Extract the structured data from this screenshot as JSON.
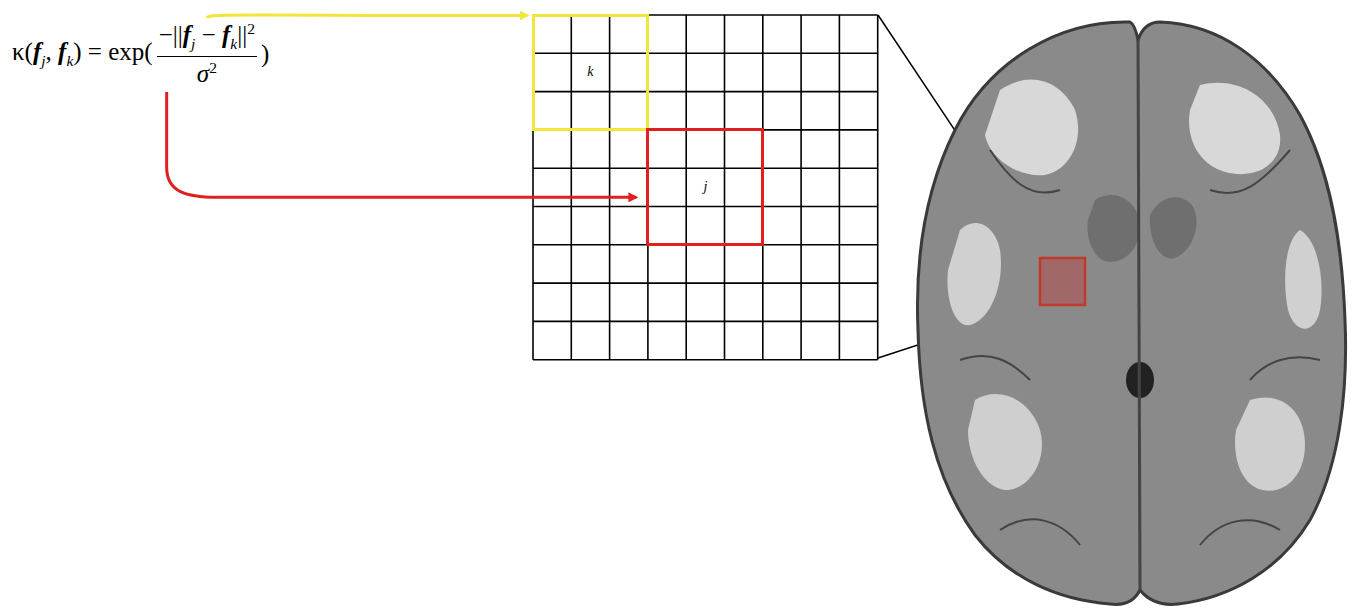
{
  "diagram": {
    "nodes": [
      {
        "text": [
          "k"
        ]
      },
      {
        "text": [
          "j"
        ]
      }
    ],
    "labels": [
      "κ(",
      "f",
      "j",
      ", ",
      "f",
      "k",
      ") = exp(",
      "−||",
      "f",
      "j",
      " − ",
      "f",
      "k",
      "||",
      "2",
      "σ",
      "2",
      ")"
    ]
  }
}
